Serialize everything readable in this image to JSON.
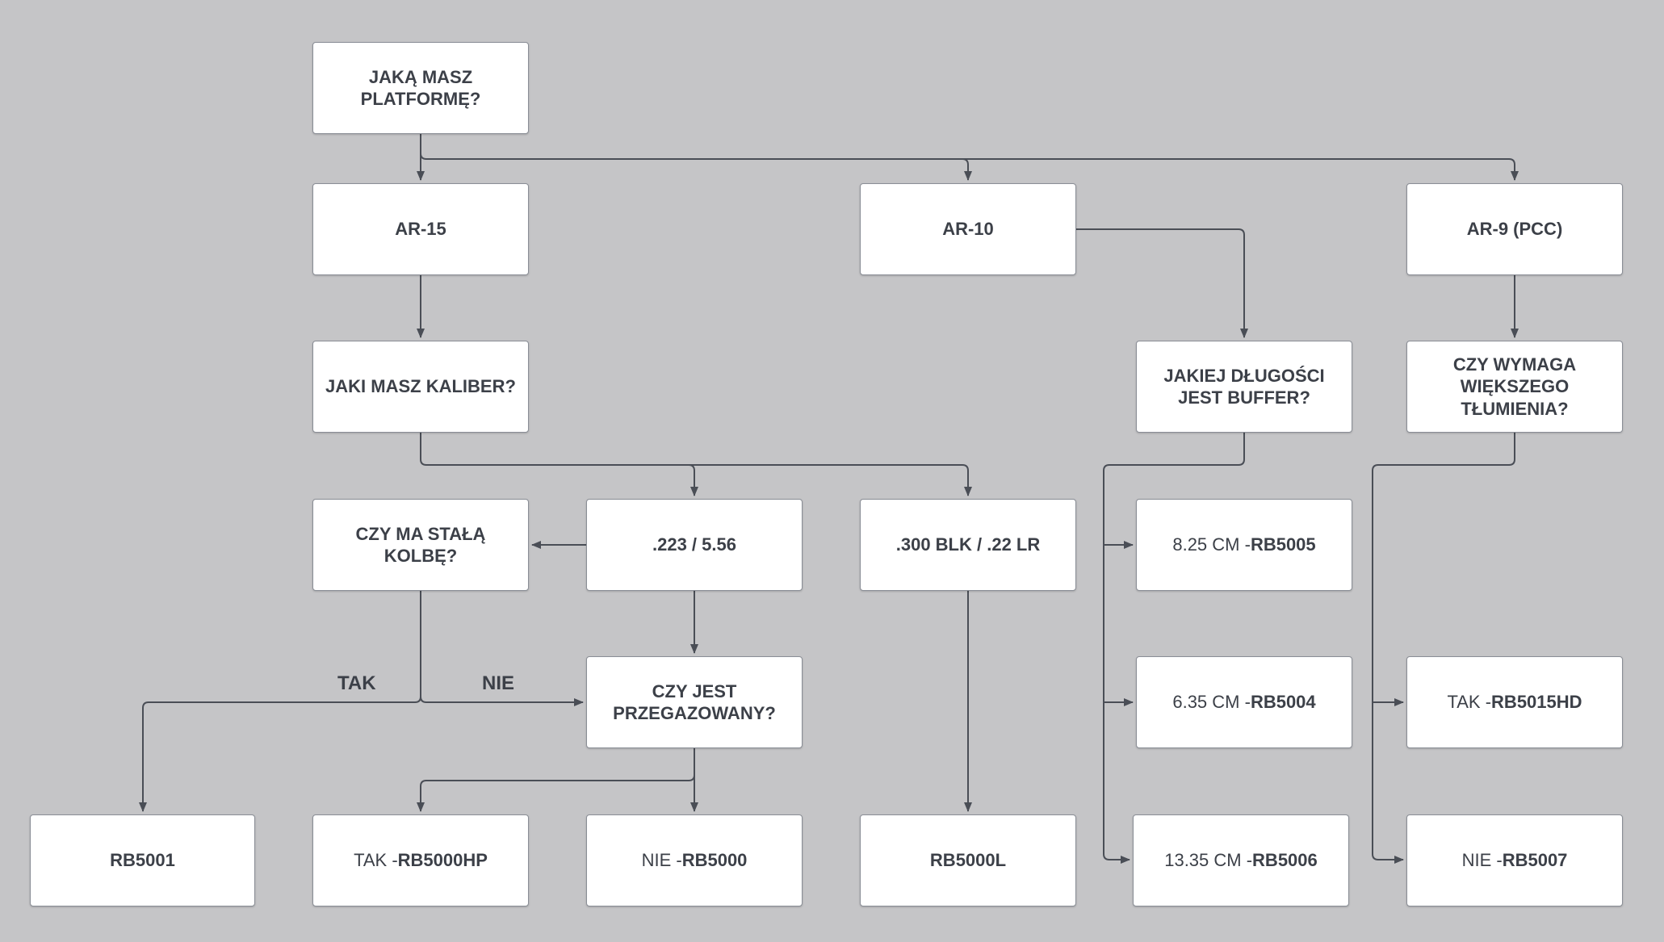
{
  "diagram": {
    "nodes": {
      "root": "JAKĄ MASZ PLATFORMĘ?",
      "ar15": "AR-15",
      "ar10": "AR-10",
      "ar9": "AR-9 (PCC)",
      "caliber_q": "JAKI MASZ KALIBER?",
      "buffer_q": "JAKIEJ DŁUGOŚCI JEST BUFFER?",
      "suppression_q": "CZY WYMAGA WIĘKSZEGO TŁUMIENIA?",
      "stock_q": "CZY MA STAŁĄ KOLBĘ?",
      "cal_223": ".223 / 5.56",
      "cal_300": ".300 BLK / .22 LR",
      "overgassed_q": "CZY JEST PRZEGAZOWANY?",
      "rb5001": "RB5001",
      "rb5000l": "RB5000L"
    },
    "results": {
      "buf_825": {
        "prefix": "8.25 CM - ",
        "value": "RB5005"
      },
      "buf_635": {
        "prefix": "6.35 CM - ",
        "value": "RB5004"
      },
      "buf_1335": {
        "prefix": "13.35 CM - ",
        "value": "RB5006"
      },
      "supp_yes": {
        "prefix": "TAK - ",
        "value": "RB5015HD"
      },
      "supp_no": {
        "prefix": "NIE - ",
        "value": "RB5007"
      },
      "gas_yes": {
        "prefix": "TAK - ",
        "value": "RB5000HP"
      },
      "gas_no": {
        "prefix": "NIE - ",
        "value": "RB5000"
      }
    },
    "edge_labels": {
      "tak": "TAK",
      "nie": "NIE"
    },
    "colors": {
      "background": "#c5c5c7",
      "node_fill": "#ffffff",
      "connector": "#4a4e56",
      "text": "#3c4048"
    }
  }
}
